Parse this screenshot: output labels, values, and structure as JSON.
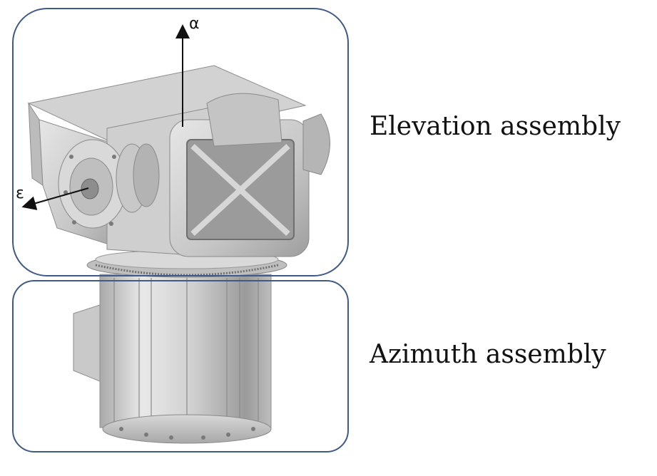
{
  "figure": {
    "labels": {
      "elevation": "Elevation assembly",
      "azimuth": "Azimuth assembly"
    },
    "axes": {
      "alpha": "α",
      "epsilon": "ε"
    },
    "colors": {
      "frame_stroke": "#3f5a86",
      "metal_light": "#dcdcdc",
      "metal_mid": "#bdbdbd",
      "metal_dark": "#8e8e8e",
      "arrow": "#111111"
    }
  }
}
